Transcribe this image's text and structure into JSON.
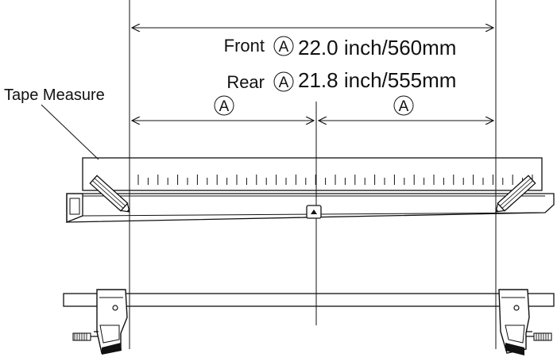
{
  "labels": {
    "front_label": "Front",
    "front_marker": "A",
    "front_value": "22.0 inch/560mm",
    "rear_label": "Rear",
    "rear_marker": "A",
    "rear_value": "21.8 inch/555mm",
    "tape_measure": "Tape Measure",
    "half_marker_left": "A",
    "half_marker_right": "A"
  },
  "tape": {
    "tick_count": 41
  },
  "icons": [
    "pencil-icon",
    "roof-rack-foot-icon",
    "center-mark-icon"
  ]
}
